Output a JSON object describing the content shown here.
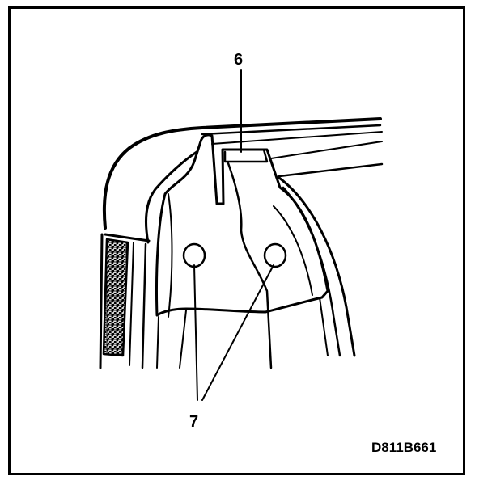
{
  "callouts": {
    "part_6": "6",
    "part_7": "7"
  },
  "figure_code": "D811B661",
  "colors": {
    "ink": "#000000",
    "paper": "#ffffff"
  }
}
